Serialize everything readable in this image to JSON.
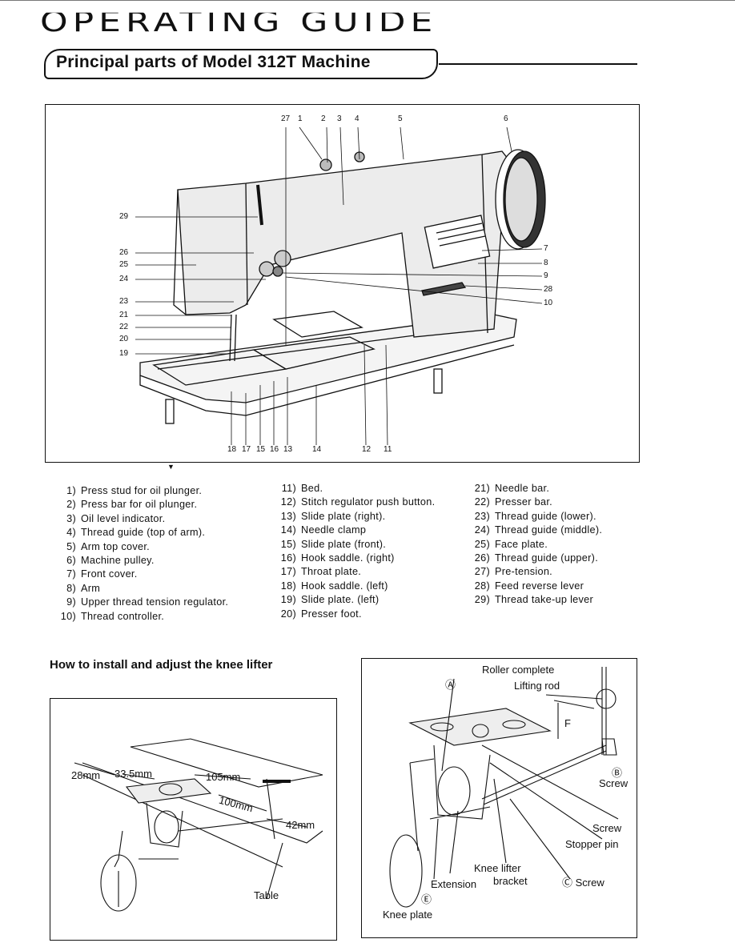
{
  "header": {
    "guide_title": "OPERATING GUIDE",
    "section_title": "Principal parts of Model 312T Machine"
  },
  "figure_labels": {
    "top": [
      "27",
      "1",
      "2",
      "3",
      "4",
      "5",
      "6"
    ],
    "left": [
      "29",
      "26",
      "25",
      "24",
      "23",
      "21",
      "22",
      "20",
      "19"
    ],
    "right": [
      "7",
      "8",
      "9",
      "28",
      "10"
    ],
    "bottom": [
      "18",
      "17",
      "15",
      "16",
      "13",
      "14",
      "12",
      "11"
    ]
  },
  "parts_list": [
    {
      "num": "1)",
      "label": "Press stud for oil plunger."
    },
    {
      "num": "2)",
      "label": "Press bar for oil plunger."
    },
    {
      "num": "3)",
      "label": "Oil level indicator."
    },
    {
      "num": "4)",
      "label": "Thread guide (top of arm)."
    },
    {
      "num": "5)",
      "label": "Arm top cover."
    },
    {
      "num": "6)",
      "label": "Machine pulley."
    },
    {
      "num": "7)",
      "label": "Front cover."
    },
    {
      "num": "8)",
      "label": "Arm"
    },
    {
      "num": "9)",
      "label": "Upper thread tension regulator."
    },
    {
      "num": "10)",
      "label": "Thread controller."
    },
    {
      "num": "11)",
      "label": "Bed."
    },
    {
      "num": "12)",
      "label": "Stitch regulator push button."
    },
    {
      "num": "13)",
      "label": "Slide plate (right)."
    },
    {
      "num": "14)",
      "label": "Needle clamp"
    },
    {
      "num": "15)",
      "label": "Slide plate (front)."
    },
    {
      "num": "16)",
      "label": "Hook saddle. (right)"
    },
    {
      "num": "17)",
      "label": "Throat plate."
    },
    {
      "num": "18)",
      "label": "Hook saddle. (left)"
    },
    {
      "num": "19)",
      "label": "Slide plate. (left)"
    },
    {
      "num": "20)",
      "label": "Presser foot."
    },
    {
      "num": "21)",
      "label": "Needle bar."
    },
    {
      "num": "22)",
      "label": "Presser bar."
    },
    {
      "num": "23)",
      "label": "Thread guide (lower)."
    },
    {
      "num": "24)",
      "label": "Thread guide (middle)."
    },
    {
      "num": "25)",
      "label": "Face plate."
    },
    {
      "num": "26)",
      "label": "Thread guide (upper)."
    },
    {
      "num": "27)",
      "label": "Pre-tension."
    },
    {
      "num": "28)",
      "label": "Feed reverse lever"
    },
    {
      "num": "29)",
      "label": "Thread take-up lever"
    }
  ],
  "knee_lifter": {
    "title": "How to install and adjust the knee lifter",
    "fig_left": {
      "dim_28": "28mm",
      "dim_33_5": "33.5mm",
      "dim_105": "105mm",
      "dim_100": "100mm",
      "dim_42": "42mm",
      "table": "Table"
    },
    "fig_right": {
      "roller": "Roller complete",
      "lifting_rod": "Lifting rod",
      "marker_a": "Ⓐ",
      "f": "F",
      "marker_b": "Ⓑ",
      "screw_b": "Screw",
      "screw": "Screw",
      "stopper_pin": "Stopper pin",
      "knee_lifter": "Knee lifter",
      "bracket": "bracket",
      "extension": "Extension",
      "screw_c": "Ⓒ Screw",
      "marker_e": "Ⓔ",
      "knee_plate": "Knee plate"
    }
  }
}
